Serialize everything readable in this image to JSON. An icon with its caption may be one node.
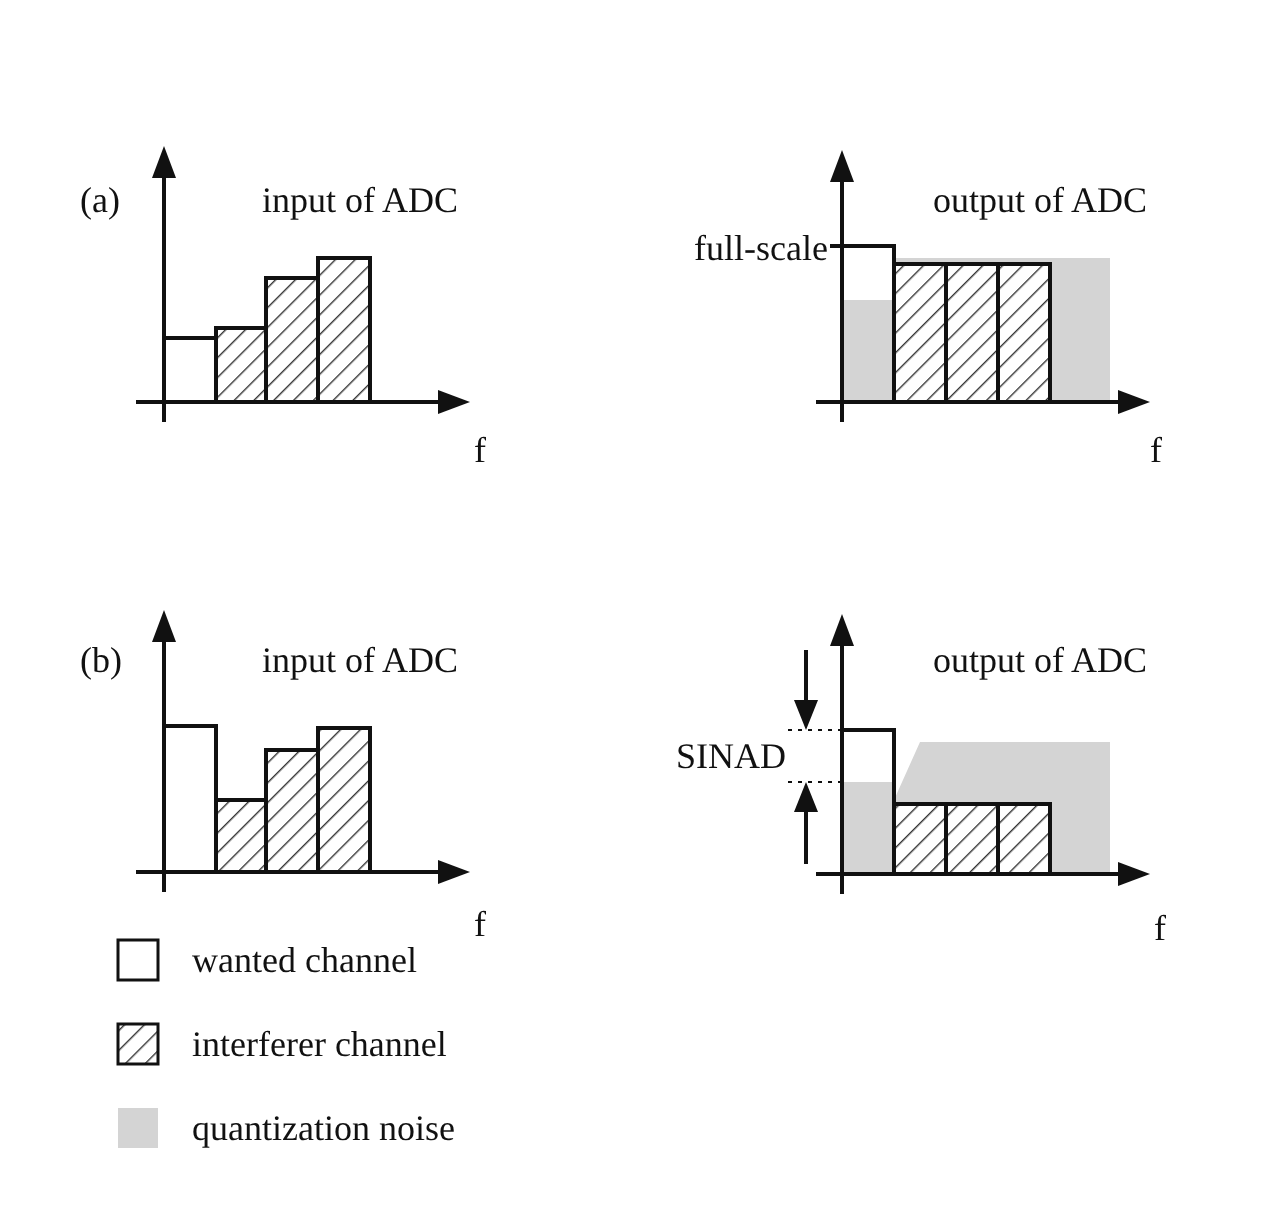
{
  "diagram": {
    "labels": [
      "(a)",
      "input of ADC",
      "output of ADC",
      "full-scale",
      "f",
      "f",
      "(b)",
      "input of ADC",
      "output of ADC",
      "SINAD",
      "f",
      "f"
    ],
    "legend": [
      {
        "text": "wanted channel"
      },
      {
        "text": "interferer channel"
      },
      {
        "text": "quantization noise",
        "color": "#d4d4d4"
      }
    ]
  }
}
